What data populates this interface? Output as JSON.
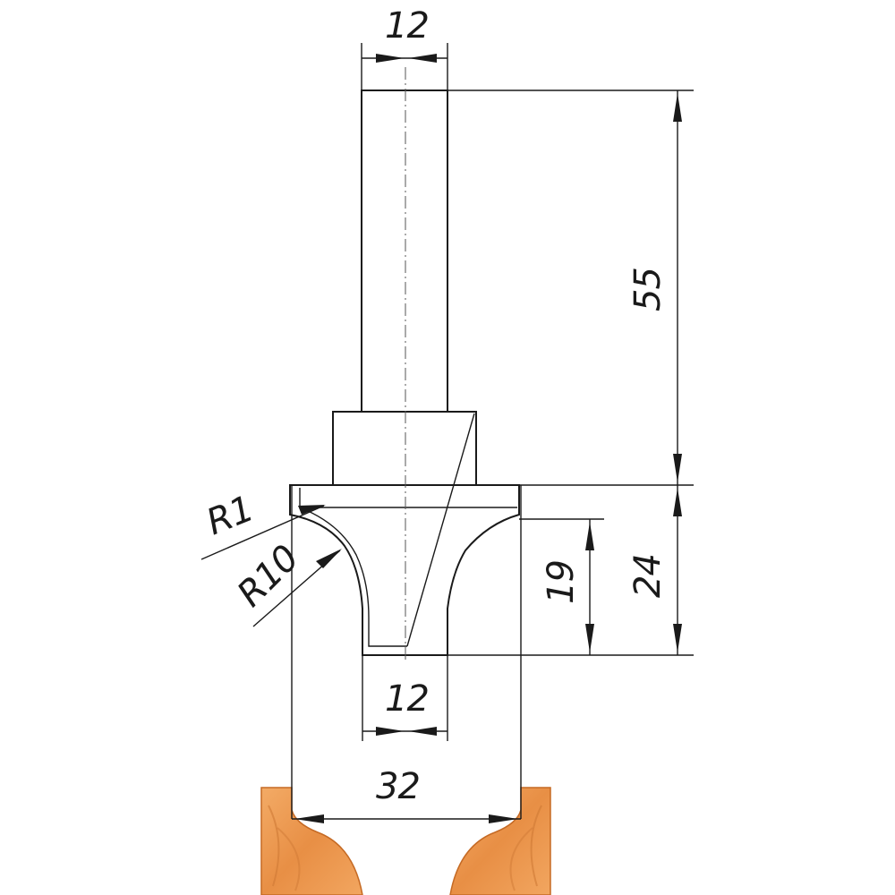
{
  "drawing": {
    "labels": {
      "shank_diameter": "12",
      "total_length": "55",
      "cutter_height": "24",
      "cut_depth": "19",
      "bearing_diameter": "12",
      "cutter_diameter": "32",
      "small_radius": "R1",
      "large_radius": "R10"
    },
    "colors": {
      "line": "#1a1a1a",
      "wood_light": "#f0a05a",
      "wood_dark": "#d6782e"
    }
  }
}
